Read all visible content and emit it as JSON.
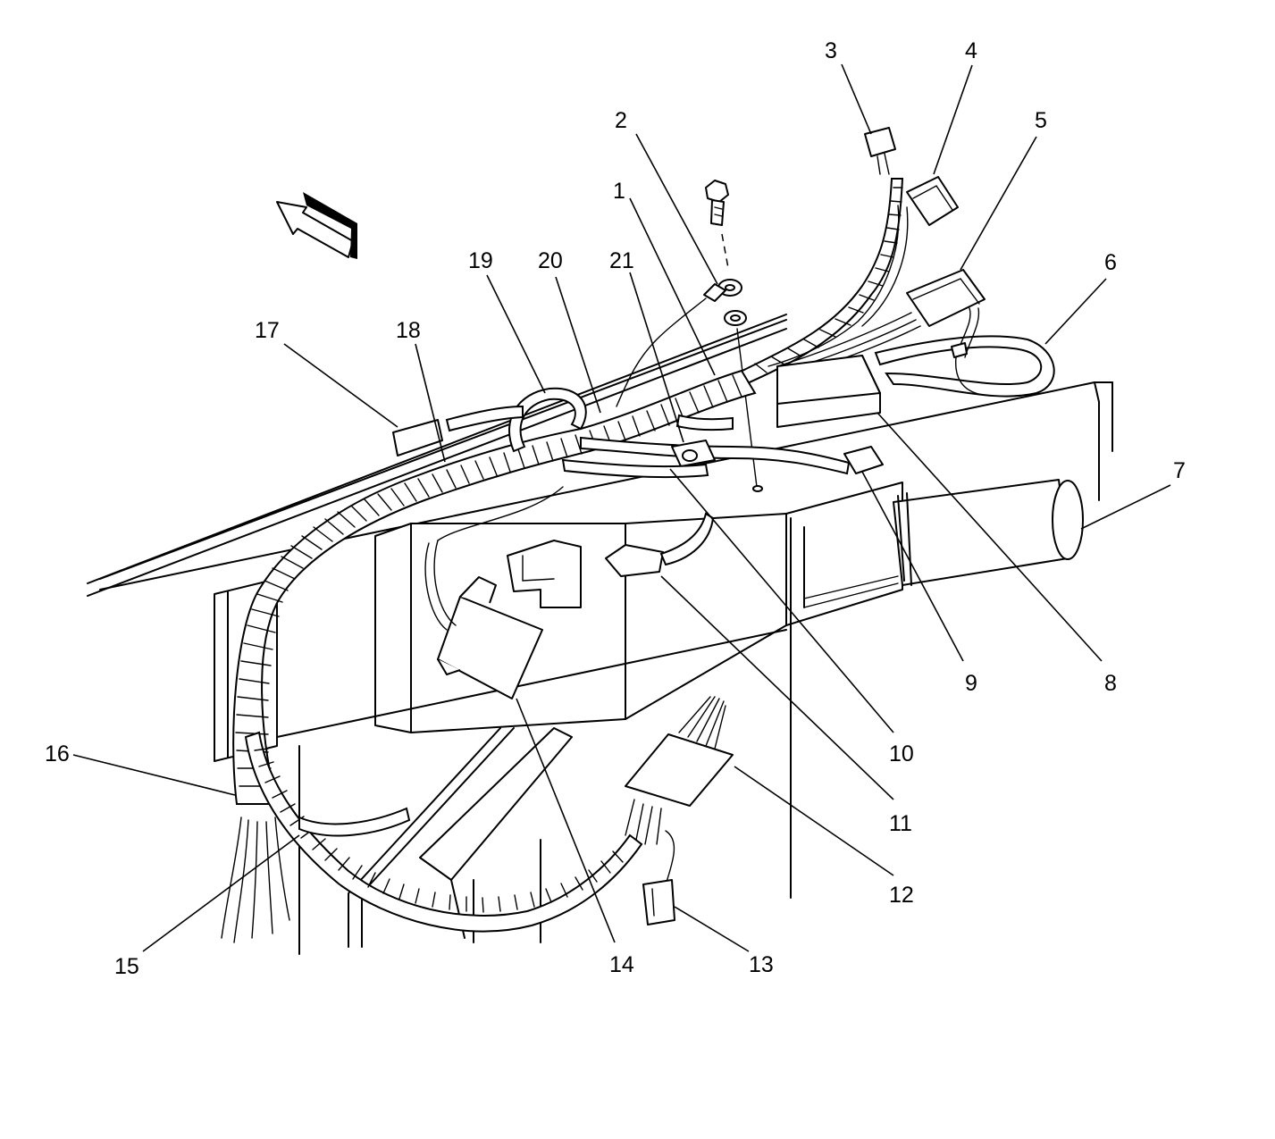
{
  "callouts": [
    {
      "id": "1",
      "label": "1"
    },
    {
      "id": "2",
      "label": "2"
    },
    {
      "id": "3",
      "label": "3"
    },
    {
      "id": "4",
      "label": "4"
    },
    {
      "id": "5",
      "label": "5"
    },
    {
      "id": "6",
      "label": "6"
    },
    {
      "id": "7",
      "label": "7"
    },
    {
      "id": "8",
      "label": "8"
    },
    {
      "id": "9",
      "label": "9"
    },
    {
      "id": "10",
      "label": "10"
    },
    {
      "id": "11",
      "label": "11"
    },
    {
      "id": "12",
      "label": "12"
    },
    {
      "id": "13",
      "label": "13"
    },
    {
      "id": "14",
      "label": "14"
    },
    {
      "id": "15",
      "label": "15"
    },
    {
      "id": "16",
      "label": "16"
    },
    {
      "id": "17",
      "label": "17"
    },
    {
      "id": "18",
      "label": "18"
    },
    {
      "id": "19",
      "label": "19"
    },
    {
      "id": "20",
      "label": "20"
    },
    {
      "id": "21",
      "label": "21"
    }
  ],
  "icons": {
    "orientation_arrow": "forward-arrow-icon"
  },
  "colors": {
    "line": "#000000",
    "background": "#ffffff"
  }
}
